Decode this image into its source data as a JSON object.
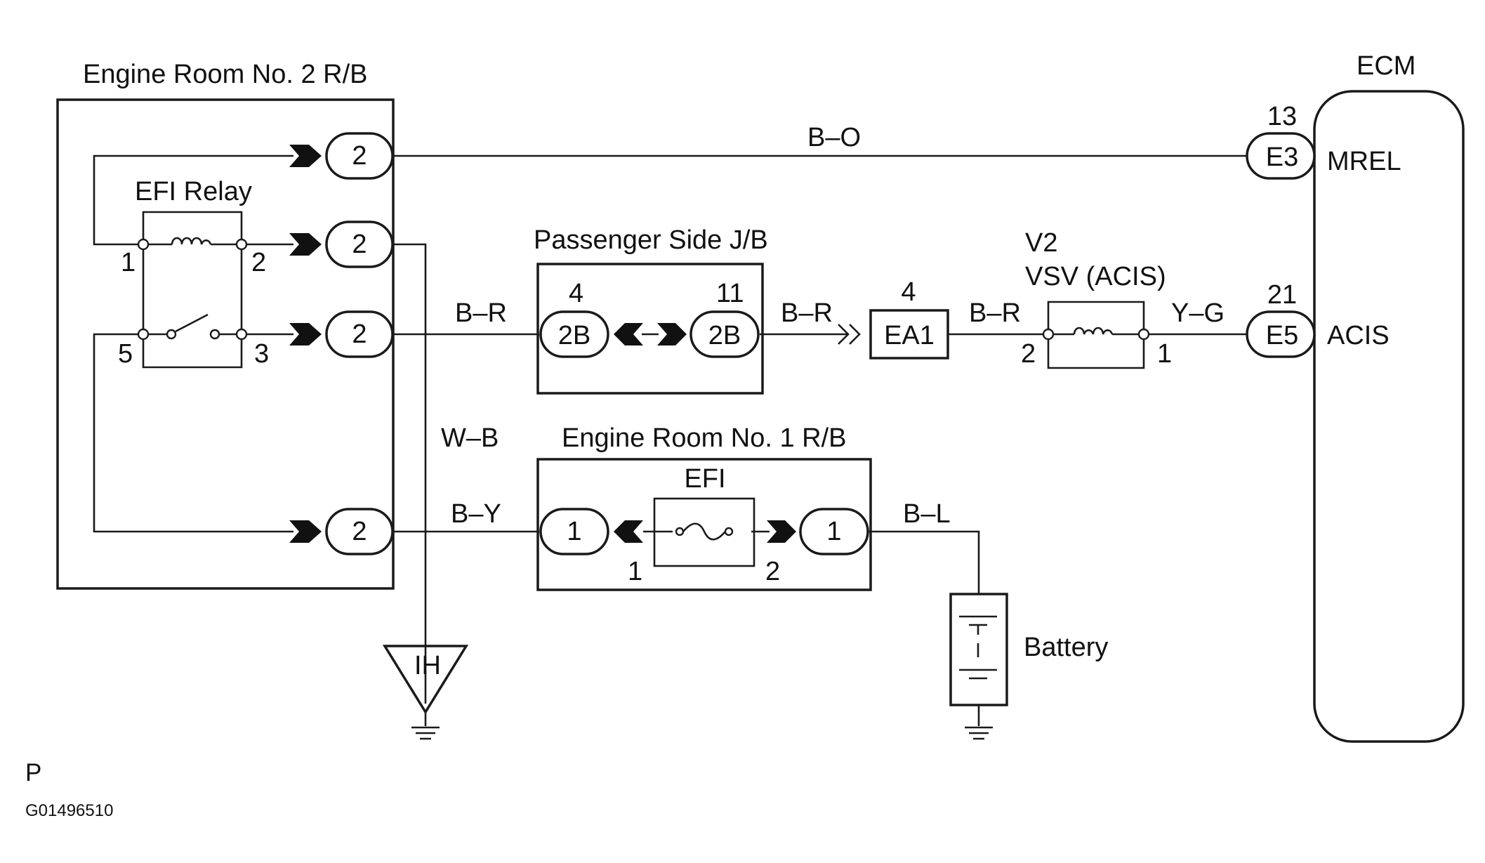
{
  "title": "",
  "components": {
    "er2_rb": {
      "label": "Engine Room No. 2 R/B"
    },
    "efi_relay": {
      "label": "EFI Relay",
      "pins": [
        "1",
        "2",
        "3",
        "5"
      ]
    },
    "er2_connectors": [
      "2",
      "2",
      "2",
      "2"
    ],
    "passenger_jb": {
      "label": "Passenger Side J/B",
      "left_pin": "4",
      "left_conn": "2B",
      "right_pin": "11",
      "right_conn": "2B"
    },
    "ea1": {
      "label": "EA1",
      "pin": "4"
    },
    "vsv": {
      "ref": "V2",
      "label": "VSV (ACIS)",
      "pin_left": "2",
      "pin_right": "1"
    },
    "er1_rb": {
      "label": "Engine Room No. 1 R/B",
      "fuse": "EFI",
      "left_conn": "1",
      "right_conn": "1",
      "pin_left": "1",
      "pin_right": "2"
    },
    "ground_ih": {
      "label": "IH"
    },
    "battery": {
      "label": "Battery"
    },
    "ecm": {
      "label": "ECM",
      "terminals": [
        {
          "pin": "13",
          "conn": "E3",
          "signal": "MREL"
        },
        {
          "pin": "21",
          "conn": "E5",
          "signal": "ACIS"
        }
      ]
    }
  },
  "wires": {
    "b_o": "B–O",
    "b_r_1": "B–R",
    "b_r_2": "B–R",
    "b_r_3": "B–R",
    "y_g": "Y–G",
    "w_b": "W–B",
    "b_y": "B–Y",
    "b_l": "B–L"
  },
  "footer": {
    "letter": "P",
    "code": "G01496510"
  }
}
